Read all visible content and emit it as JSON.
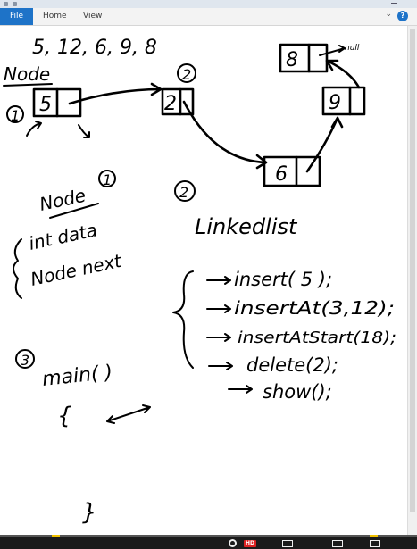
{
  "ribbon": {
    "tabs": [
      {
        "label": "File",
        "active": true
      },
      {
        "label": "Home",
        "active": false
      },
      {
        "label": "View",
        "active": false
      }
    ],
    "help_icon": "?"
  },
  "whiteboard": {
    "sequence": "5, 12, 6, 9, 8",
    "node_label": "Node",
    "step1_label": "1",
    "node_values": [
      "5",
      "2",
      "6",
      "9",
      "8"
    ],
    "node2_tag": "2",
    "null_label": "null",
    "class_node_title": "Node",
    "class_node_number": "1",
    "node_fields": [
      "int data",
      "Node next"
    ],
    "linkedlist_number": "2",
    "linkedlist_title": "Linkedlist",
    "methods": [
      "insert( 5 );",
      "insertAt(3,12);",
      "insertAtStart(18);",
      "delete(2);",
      "show();"
    ],
    "main_number": "3",
    "main_label": "main( )",
    "open_brace": "{",
    "close_brace": "}"
  },
  "player": {
    "badge": "HD",
    "progress_fraction": 0.0
  },
  "colors": {
    "ribbon_accent": "#1e73c8",
    "ink": "#000000",
    "player_bg": "#1b1b1b"
  }
}
